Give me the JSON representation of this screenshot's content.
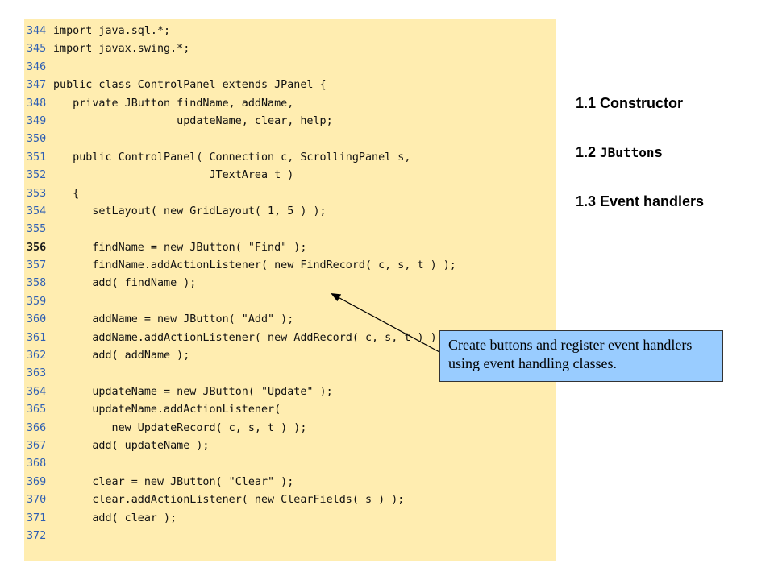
{
  "code": {
    "lines": [
      {
        "num": "344",
        "text": "import java.sql.*;"
      },
      {
        "num": "345",
        "text": "import javax.swing.*;"
      },
      {
        "num": "346",
        "text": ""
      },
      {
        "num": "347",
        "text": "public class ControlPanel extends JPanel {"
      },
      {
        "num": "348",
        "text": "   private JButton findName, addName,"
      },
      {
        "num": "349",
        "text": "                   updateName, clear, help;"
      },
      {
        "num": "350",
        "text": ""
      },
      {
        "num": "351",
        "text": "   public ControlPanel( Connection c, ScrollingPanel s,"
      },
      {
        "num": "352",
        "text": "                        JTextArea t )"
      },
      {
        "num": "353",
        "text": "   {"
      },
      {
        "num": "354",
        "text": "      setLayout( new GridLayout( 1, 5 ) );"
      },
      {
        "num": "355",
        "text": ""
      },
      {
        "num": "356",
        "text": "      findName = new JButton( \"Find\" );"
      },
      {
        "num": "357",
        "text": "      findName.addActionListener( new FindRecord( c, s, t ) );"
      },
      {
        "num": "358",
        "text": "      add( findName );"
      },
      {
        "num": "359",
        "text": ""
      },
      {
        "num": "360",
        "text": "      addName = new JButton( \"Add\" );"
      },
      {
        "num": "361",
        "text": "      addName.addActionListener( new AddRecord( c, s, t ) );"
      },
      {
        "num": "362",
        "text": "      add( addName );"
      },
      {
        "num": "363",
        "text": ""
      },
      {
        "num": "364",
        "text": "      updateName = new JButton( \"Update\" );"
      },
      {
        "num": "365",
        "text": "      updateName.addActionListener("
      },
      {
        "num": "366",
        "text": "         new UpdateRecord( c, s, t ) );"
      },
      {
        "num": "367",
        "text": "      add( updateName );"
      },
      {
        "num": "368",
        "text": ""
      },
      {
        "num": "369",
        "text": "      clear = new JButton( \"Clear\" );"
      },
      {
        "num": "370",
        "text": "      clear.addActionListener( new ClearFields( s ) );"
      },
      {
        "num": "371",
        "text": "      add( clear );"
      },
      {
        "num": "372",
        "text": ""
      }
    ],
    "highlighted_line": "356"
  },
  "sidebar": {
    "item1": "1.1 Constructor",
    "item2_prefix": "1.2 ",
    "item2_mono": "JButton",
    "item2_suffix": "s",
    "item3": "1.3 Event handlers"
  },
  "callout": {
    "text": "Create buttons and register event handlers using event handling classes."
  },
  "colors": {
    "code_background": "#FFEDB0",
    "line_number": "#2F5FB3",
    "callout_background": "#99CCFF"
  }
}
